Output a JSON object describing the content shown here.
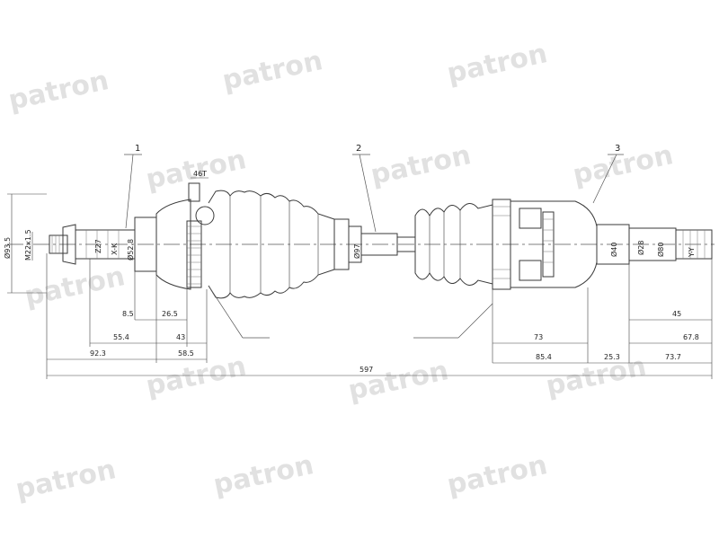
{
  "watermark": {
    "text": "patron"
  },
  "callouts": [
    "1",
    "2",
    "3"
  ],
  "dimensions": {
    "d_93_5": "Ø93.5",
    "m22": "M22x1.5",
    "teeth": "Z27",
    "xk": "X-K",
    "d52_8": "Ø52.8",
    "abs": "46T",
    "d97": "Ø97",
    "d40": "Ø40",
    "d28": "Ø28",
    "d80": "Ø80",
    "yy": "Y-Y",
    "l8_5": "8.5",
    "l26_5": "26.5",
    "l55_4": "55.4",
    "l43": "43",
    "l92_3": "92.3",
    "l58_5": "58.5",
    "l597": "597",
    "l73": "73",
    "l45": "45",
    "l67_8": "67.8",
    "l85_4": "85.4",
    "l25_3": "25.3",
    "l73_7": "73.7"
  }
}
